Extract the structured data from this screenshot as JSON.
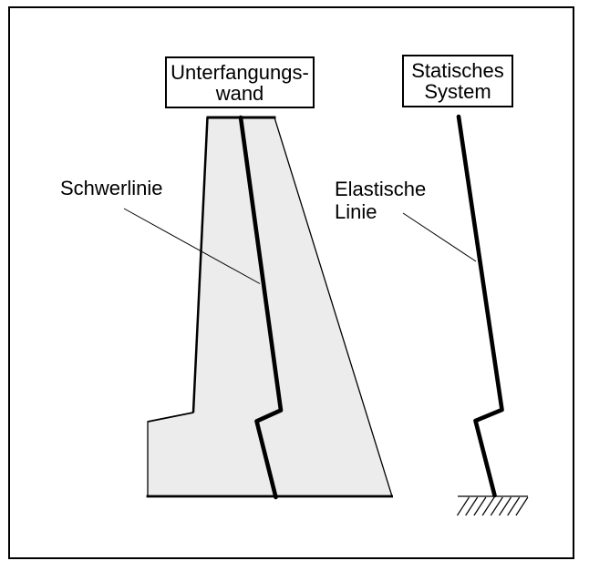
{
  "diagram": {
    "title_boxes": {
      "unterfangungswand": {
        "line1": "Unterfangungs-",
        "line2": "wand"
      },
      "statisches_system": {
        "line1": "Statisches",
        "line2": "System"
      }
    },
    "labels": {
      "schwerlinie": "Schwerlinie",
      "elastische_line1": "Elastische",
      "elastische_line2": "Linie"
    },
    "colors": {
      "wall_fill": "#ececec",
      "line_color": "#000000",
      "background": "#ffffff"
    }
  }
}
